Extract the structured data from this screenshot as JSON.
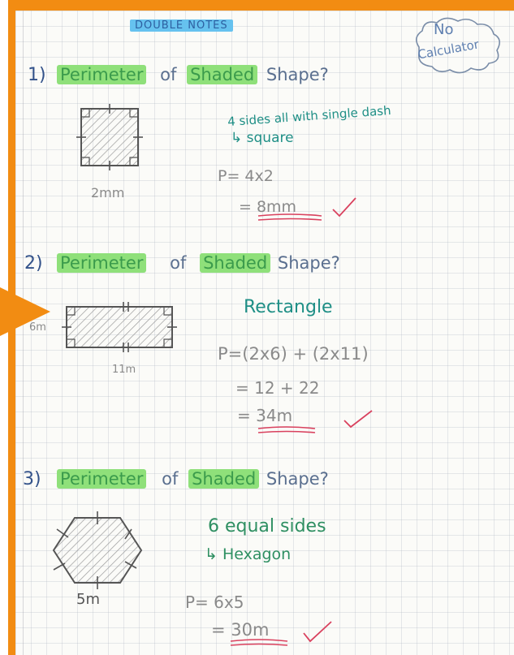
{
  "header": {
    "label": "DOUBLE NOTES"
  },
  "bubble": {
    "line1": "No",
    "line2": "Calculator"
  },
  "sections": [
    {
      "number": "1)",
      "word1": "Perimeter",
      "of": "of",
      "word2": "Shaded",
      "word3": "Shape?",
      "dimension": "2mm",
      "note_line1": "4 sides  all with single dash",
      "note_line2": "↳ square",
      "work": [
        "P= 4x2",
        "= 8mm"
      ]
    },
    {
      "number": "2)",
      "word1": "Perimeter",
      "of": "of",
      "word2": "Shaded",
      "word3": "Shape?",
      "dimension_height": "6m",
      "dimension_width": "11m",
      "note_line1": "Rectangle",
      "work": [
        "P=(2x6) + (2x11)",
        "= 12 + 22",
        "= 34m"
      ]
    },
    {
      "number": "3)",
      "word1": "Perimeter",
      "of": "of",
      "word2": "Shaded",
      "word3": "Shape?",
      "dimension": "5m",
      "note_line1": "6 equal sides",
      "note_line2": "↳ Hexagon",
      "work": [
        "P= 6x5",
        "= 30m"
      ]
    }
  ],
  "colors": {
    "frame": "#f28c12",
    "highlight_green": "#8fe07a",
    "highlight_blue": "#66c2ef",
    "tick": "#d9415e"
  }
}
